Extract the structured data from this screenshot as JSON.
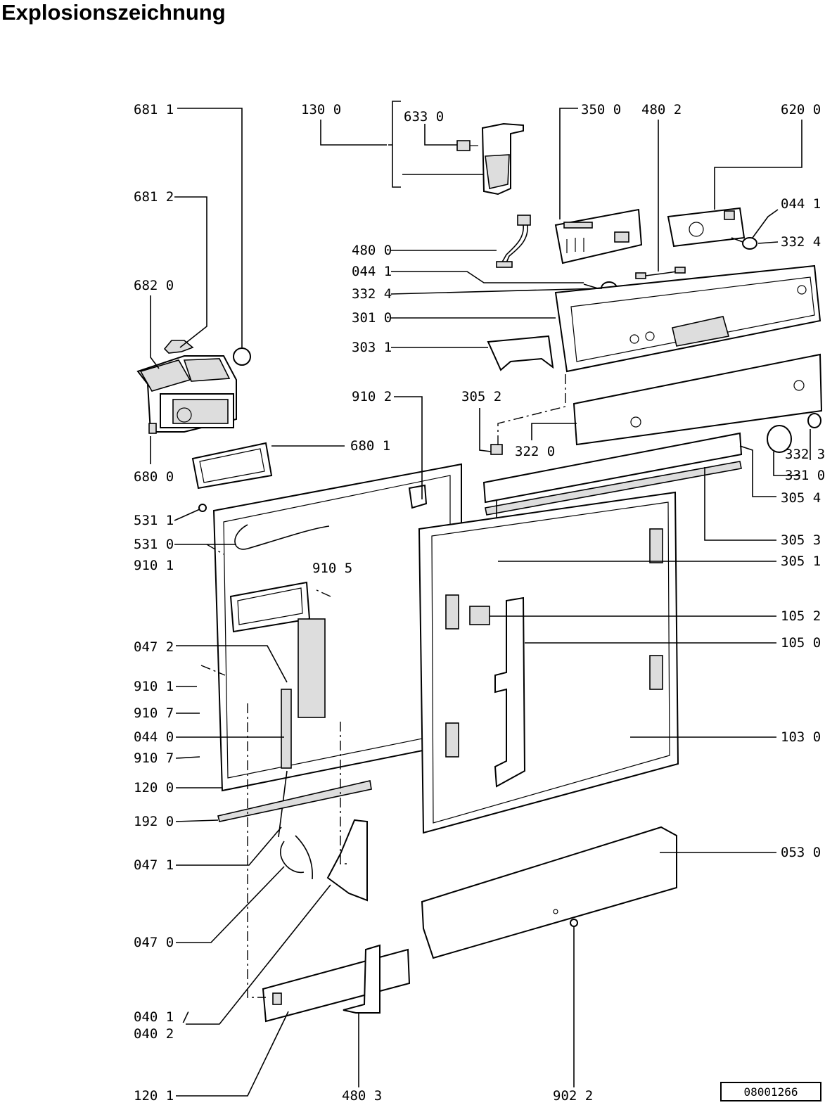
{
  "title": "Explosionszeichnung",
  "document_number": "08001266",
  "labels": {
    "l681_1": "681 1",
    "l130_0": "130 0",
    "l633_0": "633 0",
    "l350_0": "350 0",
    "l480_2": "480 2",
    "l620_0": "620 0",
    "l681_2": "681 2",
    "l044_1_r": "044 1",
    "l332_4_r": "332 4",
    "l480_0": "480 0",
    "l682_0": "682 0",
    "l044_1": "044 1",
    "l332_4": "332 4",
    "l301_0": "301 0",
    "l303_1": "303 1",
    "l910_2": "910 2",
    "l305_2": "305 2",
    "l680_1": "680 1",
    "l322_0": "322 0",
    "l332_3": "332 3",
    "l680_0": "680 0",
    "l331_0": "331 0",
    "l531_1": "531 1",
    "l305_4": "305 4",
    "l531_0": "531 0",
    "l305_3": "305 3",
    "l910_1_a": "910 1",
    "l305_1": "305 1",
    "l910_5": "910 5",
    "l105_2": "105 2",
    "l047_2": "047 2",
    "l105_0": "105 0",
    "l910_1_b": "910 1",
    "l910_7_a": "910 7",
    "l044_0": "044 0",
    "l103_0": "103 0",
    "l910_7_b": "910 7",
    "l120_0": "120 0",
    "l192_0": "192 0",
    "l047_1": "047 1",
    "l053_0": "053 0",
    "l047_0": "047 0",
    "l040_1": "040 1 /",
    "l040_2": "040 2",
    "l120_1": "120 1",
    "l480_3": "480 3",
    "l902_2": "902 2"
  }
}
